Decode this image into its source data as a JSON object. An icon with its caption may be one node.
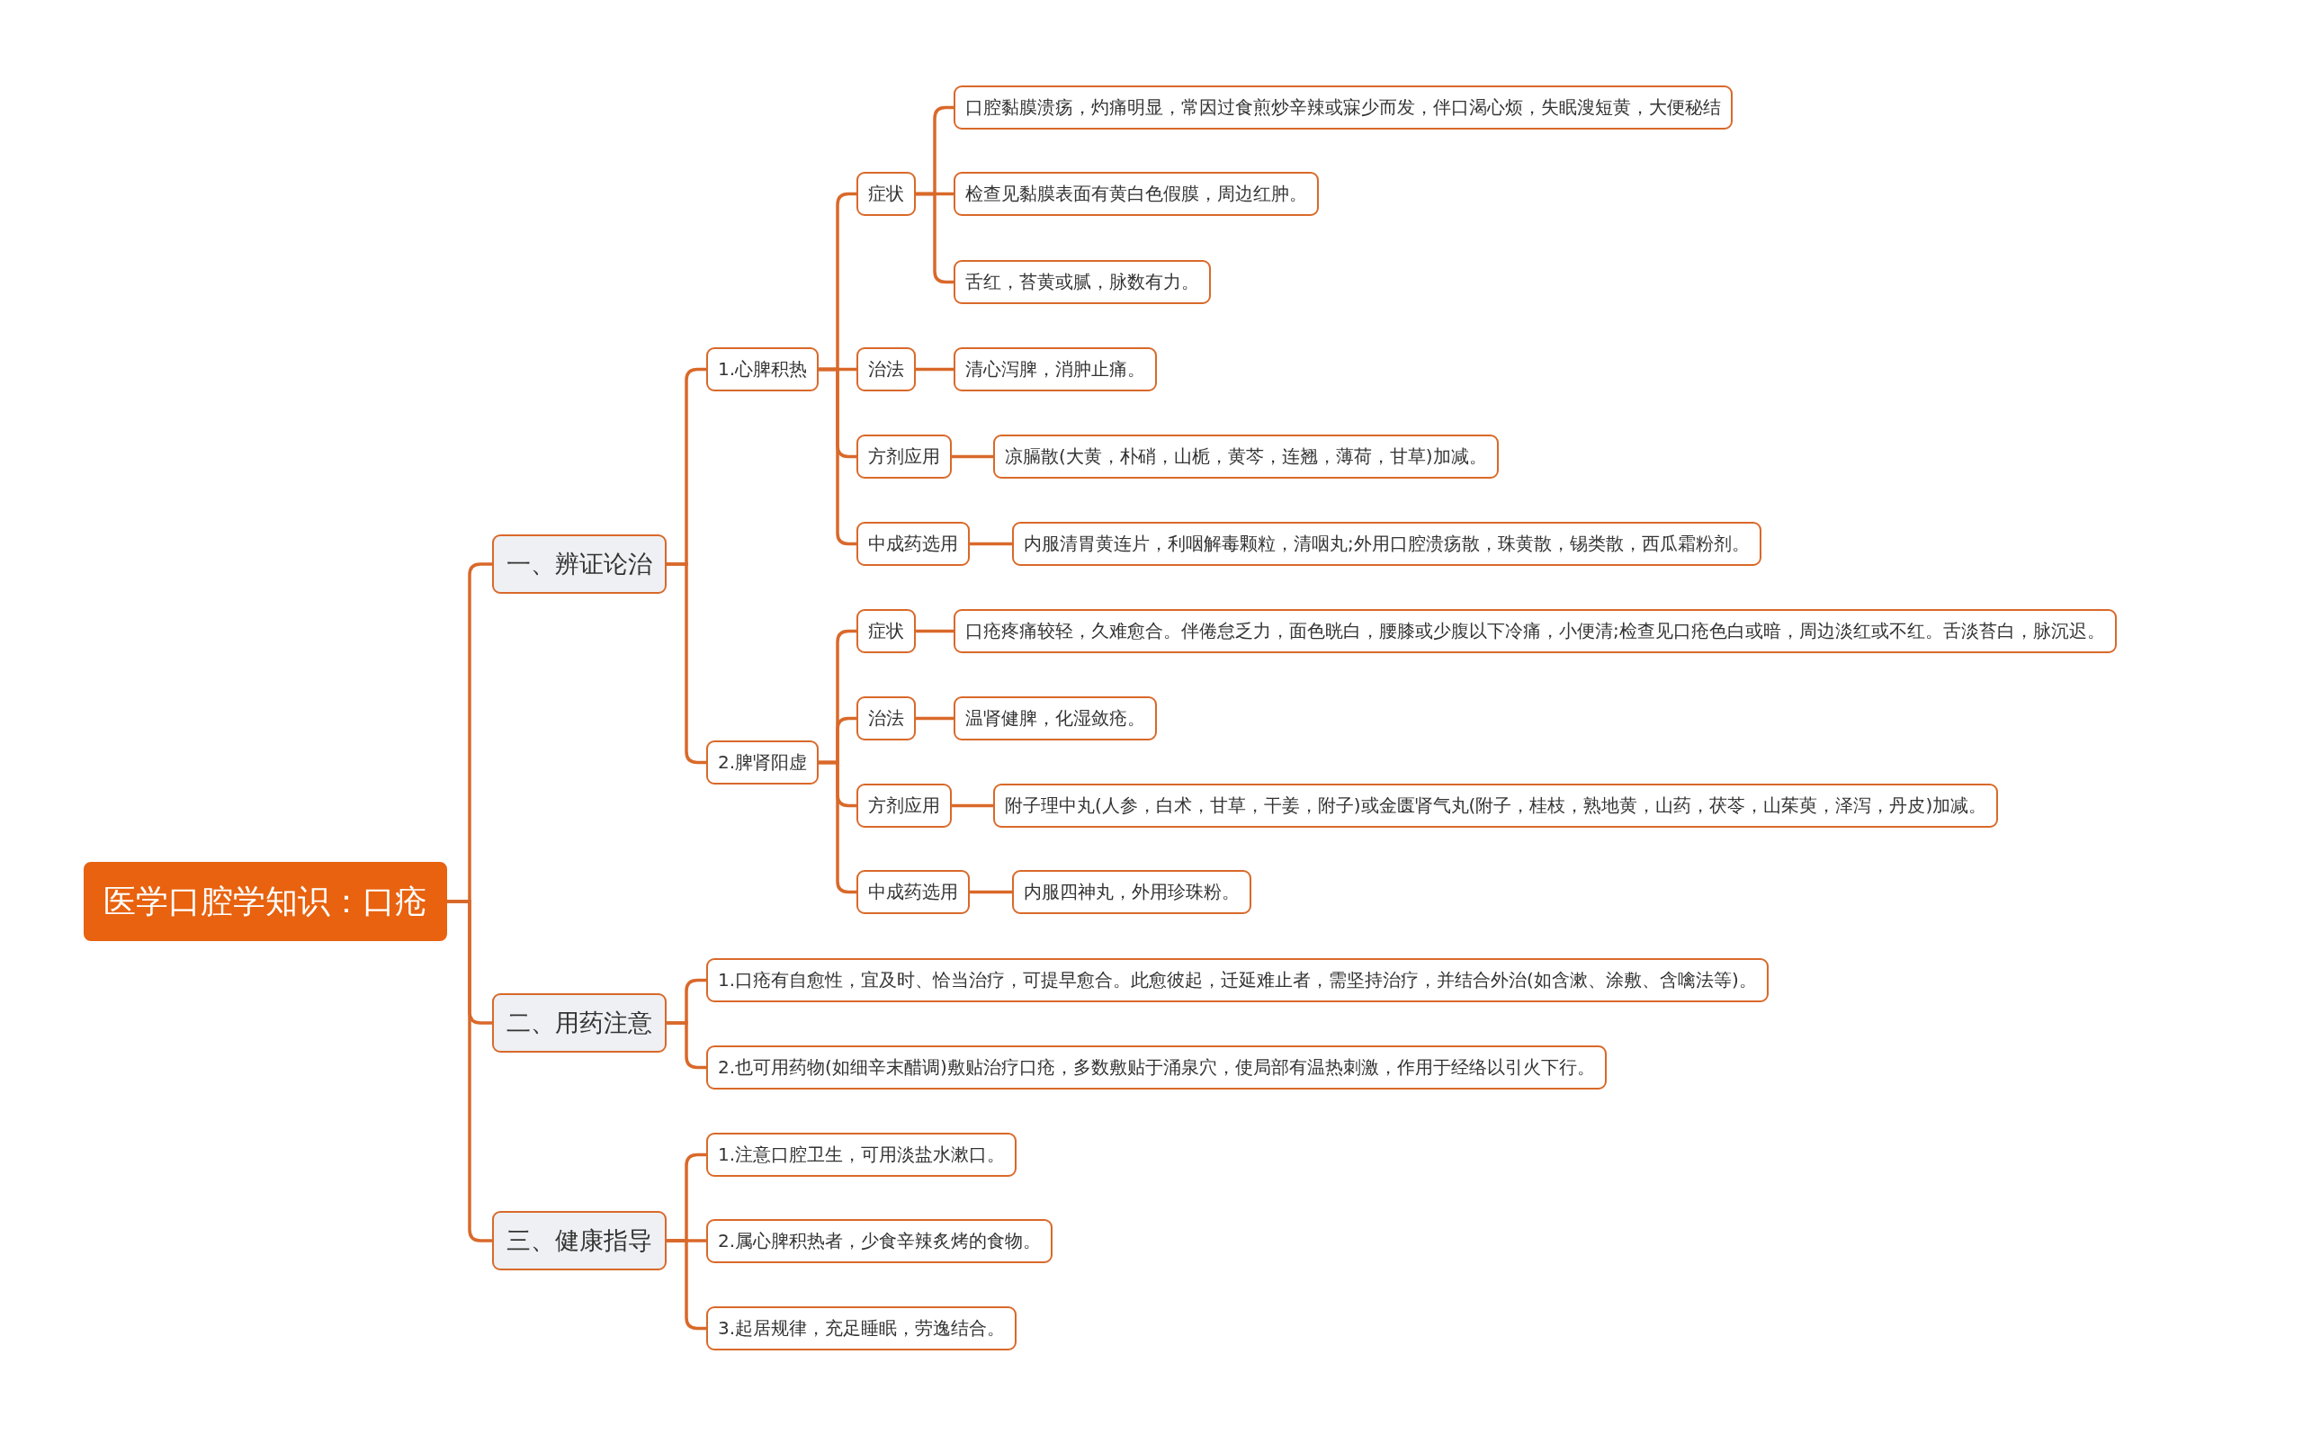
{
  "diagram": {
    "nodes": [
      {
        "text": [
          "医学口腔学知识：口疮"
        ]
      },
      {
        "text": [
          "一、辨证论治"
        ]
      },
      {
        "text": [
          "1.心脾积热"
        ]
      },
      {
        "text": [
          "症状"
        ]
      },
      {
        "text": [
          "口腔黏膜溃疡，灼痛明显，常因过食煎炒辛辣或寐少而发，伴口渴心烦，失眠溲短黄，大便秘结"
        ]
      },
      {
        "text": [
          "检查见黏膜表面有黄白色假膜，周边红肿。"
        ]
      },
      {
        "text": [
          "舌红，苔黄或腻，脉数有力。"
        ]
      },
      {
        "text": [
          "治法"
        ]
      },
      {
        "text": [
          "清心泻脾，消肿止痛。"
        ]
      },
      {
        "text": [
          "方剂应用"
        ]
      },
      {
        "text": [
          "凉膈散(大黄，朴硝，山栀，黄芩，连翘，薄荷，甘草)加减。"
        ]
      },
      {
        "text": [
          "中成药选用"
        ]
      },
      {
        "text": [
          "内服清胃黄连片，利咽解毒颗粒，清咽丸;外用口腔溃疡散，珠黄散，锡类散，西瓜霜粉剂。"
        ]
      },
      {
        "text": [
          "2.脾肾阳虚"
        ]
      },
      {
        "text": [
          "症状"
        ]
      },
      {
        "text": [
          "口疮疼痛较轻，久难愈合。伴倦怠乏力，面色晄白，腰膝或少腹以下冷痛，小便清;检查见口疮色白或暗，周边淡红或不红。舌淡苔白，脉沉迟。"
        ]
      },
      {
        "text": [
          "治法"
        ]
      },
      {
        "text": [
          "温肾健脾，化湿敛疮。"
        ]
      },
      {
        "text": [
          "方剂应用"
        ]
      },
      {
        "text": [
          "附子理中丸(人参，白术，甘草，干姜，附子)或金匮肾气丸(附子，桂枝，熟地黄，山药，茯苓，山茱萸，泽泻，丹皮)加减。"
        ]
      },
      {
        "text": [
          "中成药选用"
        ]
      },
      {
        "text": [
          "内服四神丸，外用珍珠粉。"
        ]
      },
      {
        "text": [
          "二、用药注意"
        ]
      },
      {
        "text": [
          "1.口疮有自愈性，宜及时、恰当治疗，可提早愈合。此愈彼起，迁延难止者，需坚持治疗，并结合外治(如含漱、涂敷、含噙法等)。"
        ]
      },
      {
        "text": [
          "2.也可用药物(如细辛末醋调)敷贴治疗口疮，多数敷贴于涌泉穴，使局部有温热刺激，作用于经络以引火下行。"
        ]
      },
      {
        "text": [
          "三、健康指导"
        ]
      },
      {
        "text": [
          "1.注意口腔卫生，可用淡盐水漱口。"
        ]
      },
      {
        "text": [
          "2.属心脾积热者，少食辛辣炙烤的食物。"
        ]
      },
      {
        "text": [
          "3.起居规律，充足睡眠，劳逸结合。"
        ]
      }
    ],
    "edges": [
      {
        "from": 0,
        "to": 1,
        "arrow": "none"
      },
      {
        "from": 1,
        "to": 2,
        "arrow": "none"
      },
      {
        "from": 2,
        "to": 3,
        "arrow": "none"
      },
      {
        "from": 3,
        "to": 4,
        "arrow": "none"
      },
      {
        "from": 3,
        "to": 5,
        "arrow": "none"
      },
      {
        "from": 3,
        "to": 6,
        "arrow": "none"
      },
      {
        "from": 2,
        "to": 7,
        "arrow": "none"
      },
      {
        "from": 7,
        "to": 8,
        "arrow": "none"
      },
      {
        "from": 2,
        "to": 9,
        "arrow": "none"
      },
      {
        "from": 9,
        "to": 10,
        "arrow": "none"
      },
      {
        "from": 2,
        "to": 11,
        "arrow": "none"
      },
      {
        "from": 11,
        "to": 12,
        "arrow": "none"
      },
      {
        "from": 1,
        "to": 13,
        "arrow": "none"
      },
      {
        "from": 13,
        "to": 14,
        "arrow": "none"
      },
      {
        "from": 14,
        "to": 15,
        "arrow": "none"
      },
      {
        "from": 13,
        "to": 16,
        "arrow": "none"
      },
      {
        "from": 16,
        "to": 17,
        "arrow": "none"
      },
      {
        "from": 13,
        "to": 18,
        "arrow": "none"
      },
      {
        "from": 18,
        "to": 19,
        "arrow": "none"
      },
      {
        "from": 13,
        "to": 20,
        "arrow": "none"
      },
      {
        "from": 20,
        "to": 21,
        "arrow": "none"
      },
      {
        "from": 0,
        "to": 22,
        "arrow": "none"
      },
      {
        "from": 22,
        "to": 23,
        "arrow": "none"
      },
      {
        "from": 22,
        "to": 24,
        "arrow": "none"
      },
      {
        "from": 0,
        "to": 25,
        "arrow": "none"
      },
      {
        "from": 25,
        "to": 26,
        "arrow": "none"
      },
      {
        "from": 25,
        "to": 27,
        "arrow": "none"
      },
      {
        "from": 25,
        "to": 28,
        "arrow": "none"
      }
    ]
  }
}
